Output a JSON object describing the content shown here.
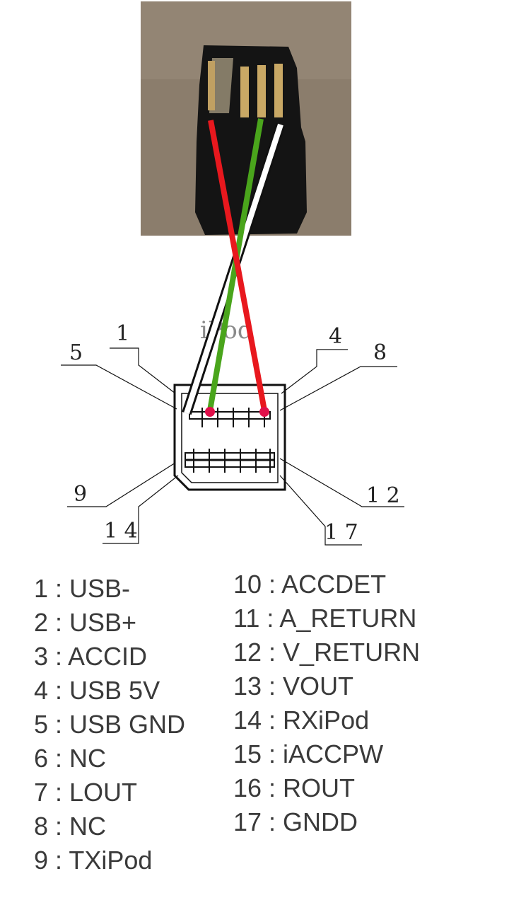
{
  "photo": {
    "description_icon": "usb-connector-photo"
  },
  "connector": {
    "title": "iPod",
    "callouts": {
      "pin1": "1",
      "pin4": "4",
      "pin5": "5",
      "pin8": "8",
      "pin9": "9",
      "pin12": "1 2",
      "pin14": "1 4",
      "pin17": "1 7"
    }
  },
  "wires": {
    "red": "#e8181e",
    "green": "#4aa51c",
    "white": "#ffffff",
    "dot": "#e0104a"
  },
  "pinout_left": [
    "1 : USB-",
    "2 : USB+",
    "3 : ACCID",
    "4 : USB 5V",
    "5 : USB GND",
    "6 : NC",
    "7 : LOUT",
    "8 : NC",
    "9 : TXiPod"
  ],
  "pinout_right": [
    "10 : ACCDET",
    "11 : A_RETURN",
    "12 : V_RETURN",
    "13 : VOUT",
    "14 : RXiPod",
    "15 : iACCPW",
    "16 : ROUT",
    "17 : GNDD"
  ]
}
